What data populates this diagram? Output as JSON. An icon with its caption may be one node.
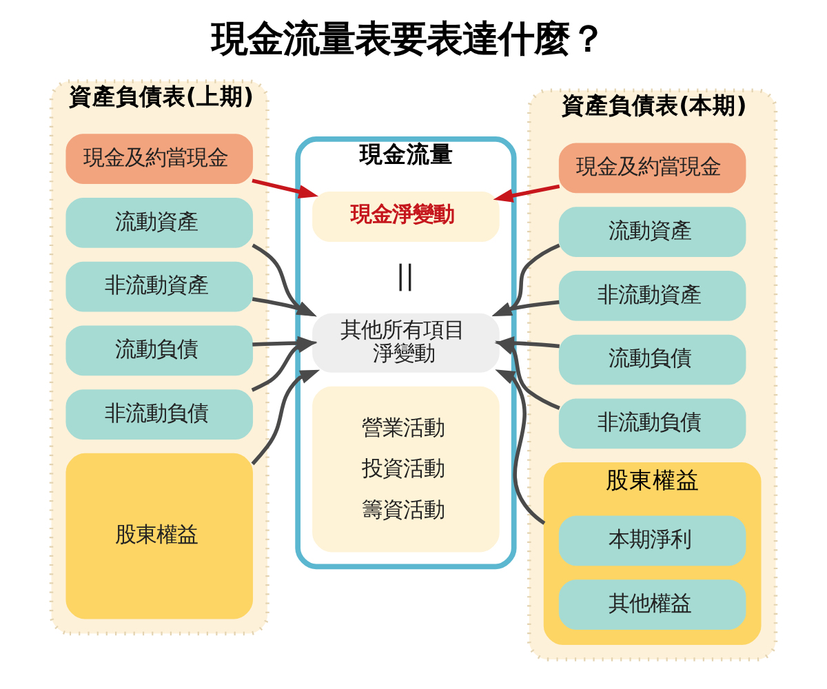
{
  "diagram": {
    "title": "現金流量表要表達什麼？",
    "nodes": [
      {
        "text": [
          "資產負債表(上期)"
        ]
      },
      {
        "text": [
          "現金及約當現金"
        ],
        "in": 0
      },
      {
        "text": [
          "流動資產"
        ],
        "in": 0
      },
      {
        "text": [
          "非流動資產"
        ],
        "in": 0
      },
      {
        "text": [
          "流動負債"
        ],
        "in": 0
      },
      {
        "text": [
          "非流動負債"
        ],
        "in": 0
      },
      {
        "text": [
          "股東權益"
        ],
        "in": 0
      },
      {
        "text": [
          "現金流量"
        ]
      },
      {
        "text": [
          "現金淨變動"
        ],
        "in": 7
      },
      {
        "text": [
          "其他所有項目淨變動"
        ],
        "in": 7
      },
      {
        "text": [
          "營業活動",
          "投資活動",
          "籌資活動"
        ],
        "in": 7
      },
      {
        "text": [
          "資產負債表(本期)"
        ]
      },
      {
        "text": [
          "現金及約當現金"
        ],
        "in": 11
      },
      {
        "text": [
          "流動資產"
        ],
        "in": 11
      },
      {
        "text": [
          "非流動資產"
        ],
        "in": 11
      },
      {
        "text": [
          "流動負債"
        ],
        "in": 11
      },
      {
        "text": [
          "非流動負債"
        ],
        "in": 11
      },
      {
        "text": [
          "股東權益"
        ],
        "in": 11
      },
      {
        "text": [
          "本期淨利"
        ],
        "in": 17
      },
      {
        "text": [
          "其他權益"
        ],
        "in": 17
      }
    ],
    "edges": [
      {
        "from": 1,
        "to": 8,
        "arrow": "to",
        "color": "#c8161d"
      },
      {
        "from": 12,
        "to": 8,
        "arrow": "to",
        "color": "#c8161d"
      },
      {
        "from": 2,
        "to": 9,
        "arrow": "to"
      },
      {
        "from": 3,
        "to": 9,
        "arrow": "to"
      },
      {
        "from": 4,
        "to": 9,
        "arrow": "to"
      },
      {
        "from": 5,
        "to": 9,
        "arrow": "to"
      },
      {
        "from": 6,
        "to": 9,
        "arrow": "to"
      },
      {
        "from": 13,
        "to": 9,
        "arrow": "to"
      },
      {
        "from": 14,
        "to": 9,
        "arrow": "to"
      },
      {
        "from": 15,
        "to": 9,
        "arrow": "to"
      },
      {
        "from": 16,
        "to": 9,
        "arrow": "to"
      },
      {
        "from": 17,
        "to": 9,
        "arrow": "to"
      }
    ],
    "labels": [
      "||"
    ]
  }
}
